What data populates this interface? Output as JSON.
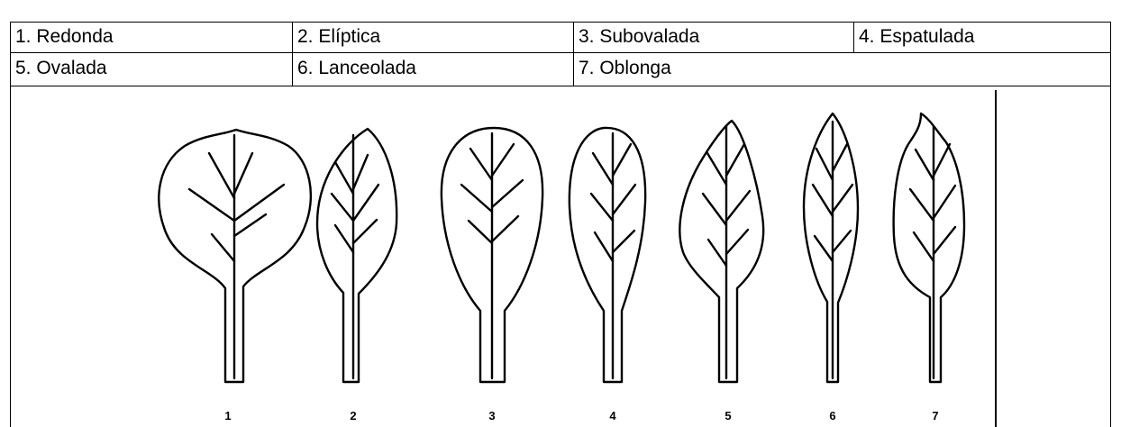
{
  "table": {
    "row1": [
      "1. Redonda",
      "2. Elíptica",
      "3. Subovalada",
      "4. Espatulada"
    ],
    "row2": [
      "5. Ovalada",
      "6. Lanceolada",
      "7. Oblonga"
    ]
  },
  "figure": {
    "numbers": [
      "1",
      "2",
      "3",
      "4",
      "5",
      "6",
      "7"
    ]
  }
}
